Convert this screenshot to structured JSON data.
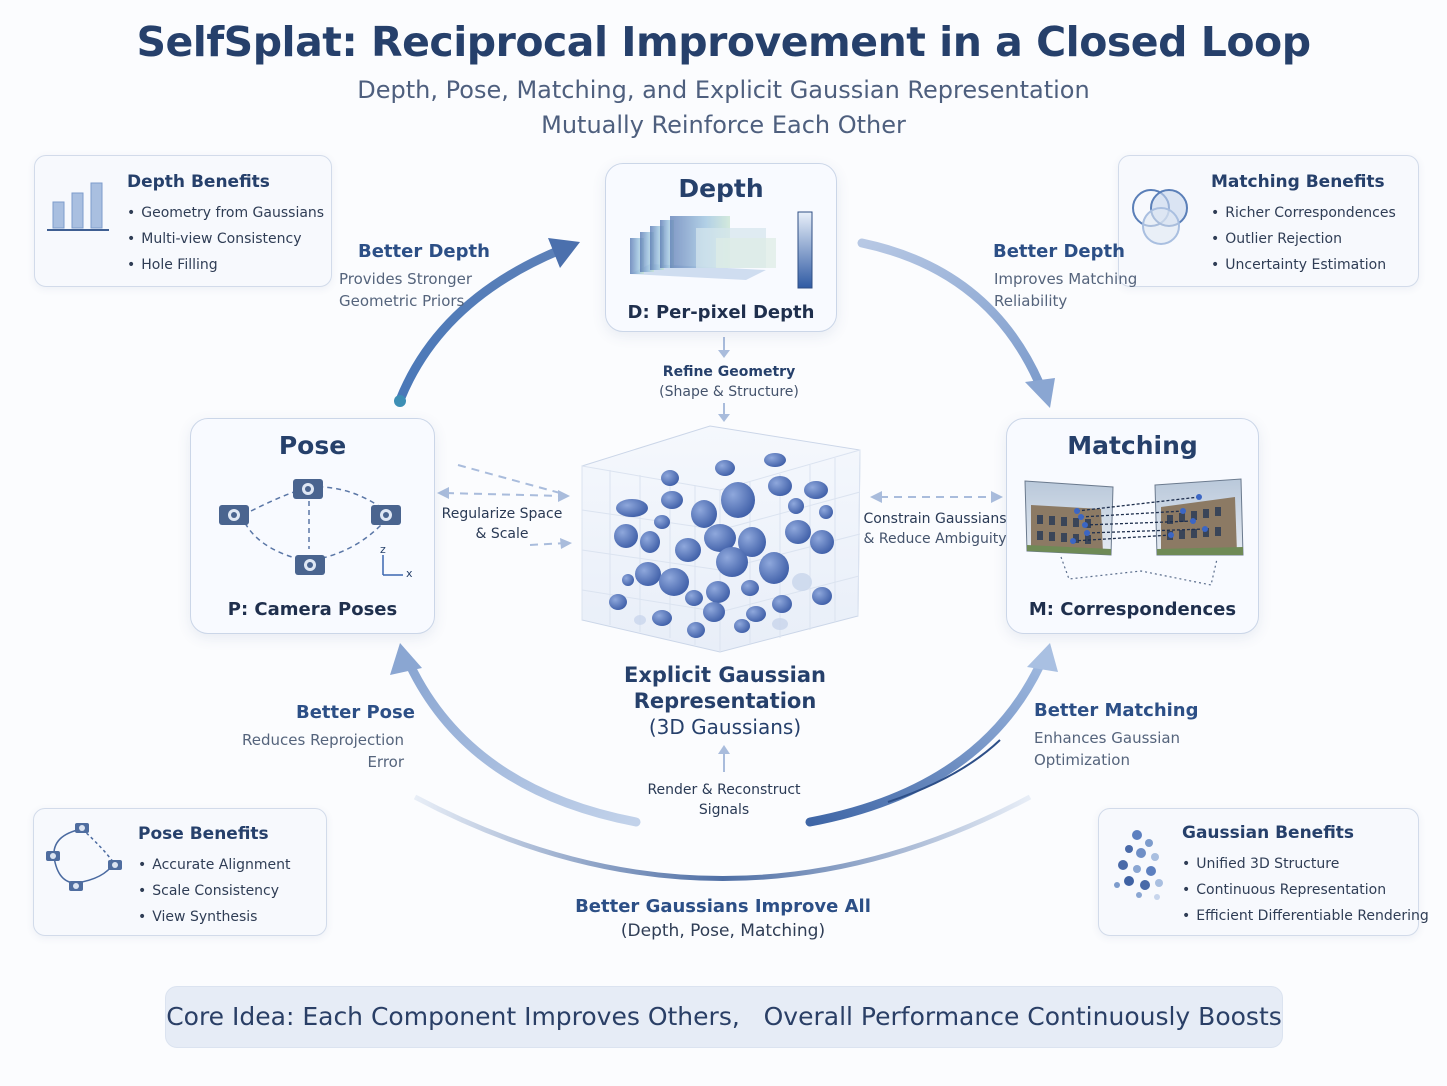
{
  "header": {
    "title": "SelfSplat: Reciprocal Improvement in a Closed Loop",
    "subtitle_line1": "Depth, Pose, Matching, and Explicit Gaussian Representation",
    "subtitle_line2": "Mutually Reinforce Each Other"
  },
  "nodes": {
    "depth": {
      "title": "Depth",
      "subtitle": "D: Per-pixel Depth"
    },
    "pose": {
      "title": "Pose",
      "subtitle": "P: Camera Poses",
      "axis_z": "z",
      "axis_x": "x"
    },
    "matching": {
      "title": "Matching",
      "subtitle": "M: Correspondences"
    },
    "gaussian": {
      "title_line1": "Explicit Gaussian",
      "title_line2": "Representation",
      "title_line3": "(3D Gaussians)"
    }
  },
  "benefit_cards": {
    "depth": {
      "title": "Depth Benefits",
      "items": [
        "Geometry from Gaussians",
        "Multi-view Consistency",
        "Hole Filling"
      ]
    },
    "matching": {
      "title": "Matching Benefits",
      "items": [
        "Richer Correspondences",
        "Outlier Rejection",
        "Uncertainty Estimation"
      ]
    },
    "pose": {
      "title": "Pose Benefits",
      "items": [
        "Accurate Alignment",
        "Scale Consistency",
        "View Synthesis"
      ]
    },
    "gaussian": {
      "title": "Gaussian Benefits",
      "items": [
        "Unified 3D Structure",
        "Continuous Representation",
        "Efficient Differentiable Rendering"
      ]
    }
  },
  "loop_labels": {
    "pose_to_depth": {
      "heading": "Better Depth",
      "line1": "Provides Stronger",
      "line2": "Geometric Priors"
    },
    "depth_to_matching": {
      "heading": "Better Depth",
      "line1": "Improves Matching",
      "line2": "Reliability"
    },
    "gauss_to_pose": {
      "heading": "Better Pose",
      "line1": "Reduces Reprojection",
      "line2": "Error"
    },
    "matching_to_gauss": {
      "heading": "Better Matching",
      "line1": "Enhances Gaussian",
      "line2": "Optimization"
    },
    "bottom": {
      "heading": "Better Gaussians Improve All",
      "line1": "(Depth, Pose, Matching)"
    }
  },
  "inner_labels": {
    "refine": {
      "line1": "Refine Geometry",
      "line2": "(Shape & Structure)"
    },
    "regularize": {
      "line1": "Regularize Space",
      "line2": "& Scale"
    },
    "constrain": {
      "line1": "Constrain Gaussians",
      "line2": "& Reduce Ambiguity"
    },
    "render": {
      "line1": "Render & Reconstruct",
      "line2": "Signals"
    }
  },
  "core_idea": "Core Idea: Each Component Improves Others,   Overall Performance Continuously Boosts",
  "colors": {
    "primary": "#26406b",
    "accent_blue": "#3f6db0",
    "light_blue": "#a9bfe0",
    "card_bg": "#f7f9fd"
  }
}
